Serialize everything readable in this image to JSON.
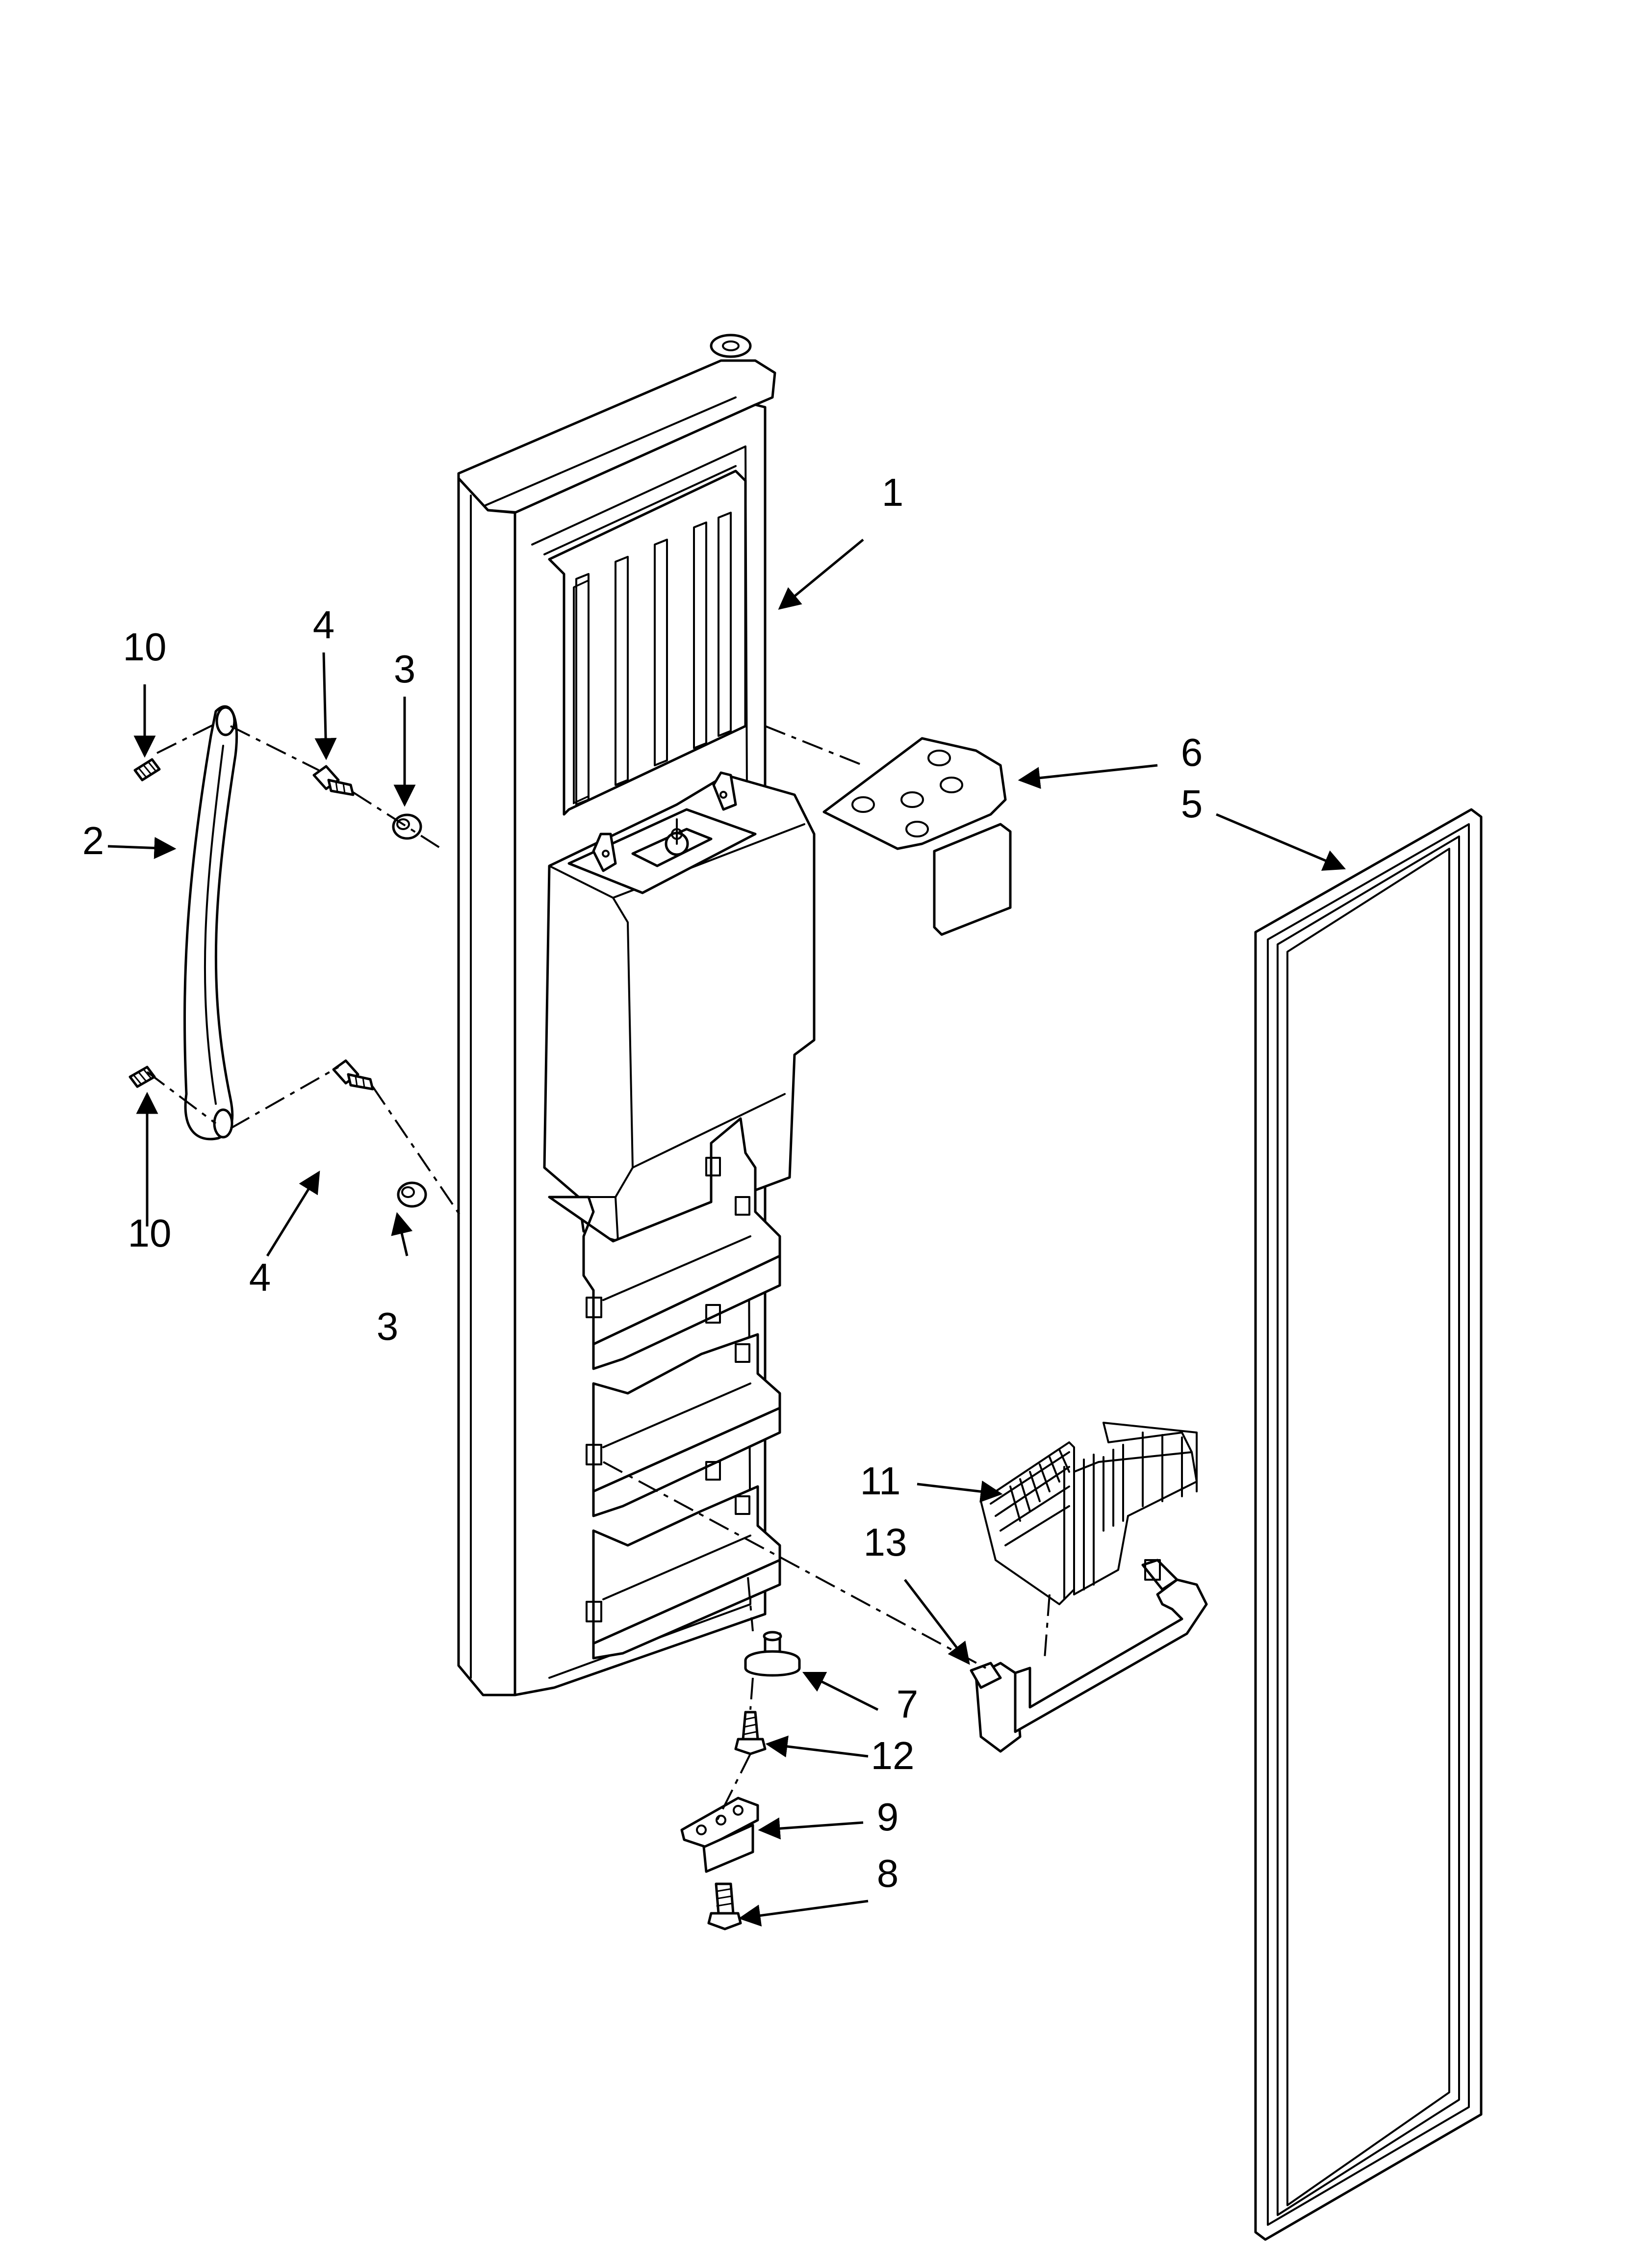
{
  "callouts": {
    "c1": "1",
    "c2": "2",
    "c3a": "3",
    "c3b": "3",
    "c4a": "4",
    "c4b": "4",
    "c5": "5",
    "c6": "6",
    "c7": "7",
    "c8": "8",
    "c9": "9",
    "c10a": "10",
    "c10b": "10",
    "c11": "11",
    "c12": "12",
    "c13": "13"
  },
  "colors": {
    "line": "#000000",
    "background": "#ffffff"
  }
}
